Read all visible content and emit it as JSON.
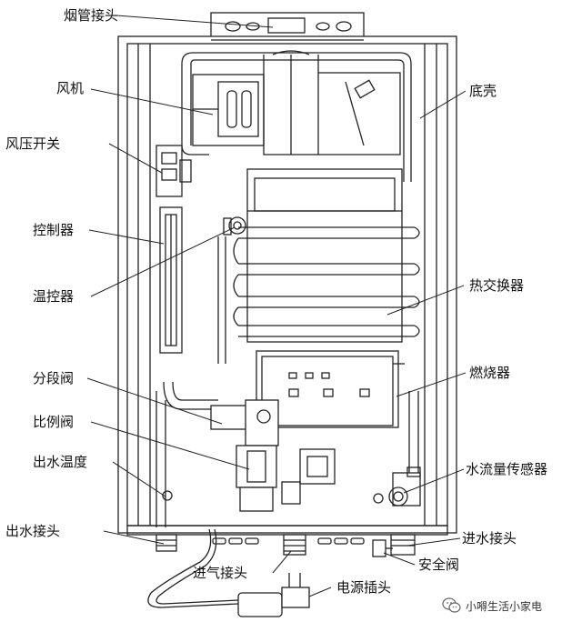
{
  "labels": {
    "flue_connector": "烟管接头",
    "fan": "风机",
    "air_pressure_switch": "风压开关",
    "controller": "控制器",
    "temperature_control": "温控器",
    "segment_valve": "分段阀",
    "proportional_valve": "比例阀",
    "outlet_temperature": "出水温度",
    "outlet_connector": "出水接头",
    "base_shell": "底壳",
    "heat_exchanger": "热交换器",
    "burner": "燃烧器",
    "water_flow_sensor": "水流量传感器",
    "inlet_connector": "进水接头",
    "gas_inlet_connector": "进气接头",
    "safety_valve": "安全阀",
    "power_plug": "电源插头"
  },
  "watermark": {
    "text": "小嘚生活小家电",
    "icon": "wechat-icon"
  }
}
